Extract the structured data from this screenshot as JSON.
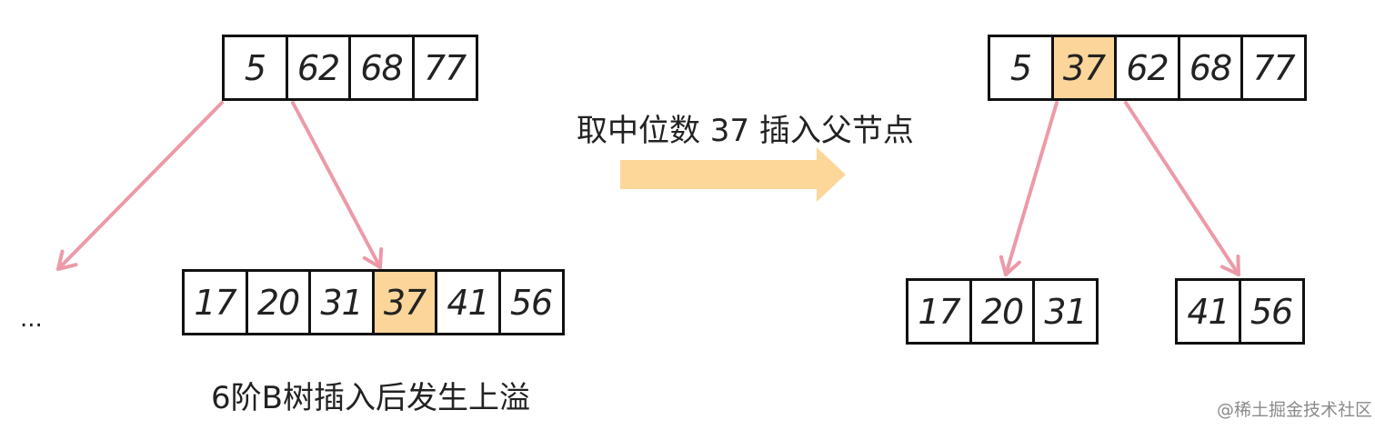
{
  "colors": {
    "highlight": "#fbd59a",
    "edge": "#ec9aa8",
    "arrow_big": "#fdd79a",
    "border": "#111111"
  },
  "left": {
    "parent": [
      "5",
      "62",
      "68",
      "77"
    ],
    "child": [
      "17",
      "20",
      "31",
      "37",
      "41",
      "56"
    ],
    "child_highlight_index": 3,
    "ellipsis": "...",
    "caption": "6阶B树插入后发生上溢"
  },
  "transition": {
    "label": "取中位数 37 插入父节点"
  },
  "right": {
    "parent": [
      "5",
      "37",
      "62",
      "68",
      "77"
    ],
    "parent_highlight_index": 1,
    "child_left": [
      "17",
      "20",
      "31"
    ],
    "child_right": [
      "41",
      "56"
    ]
  },
  "watermark": "@稀土掘金技术社区"
}
